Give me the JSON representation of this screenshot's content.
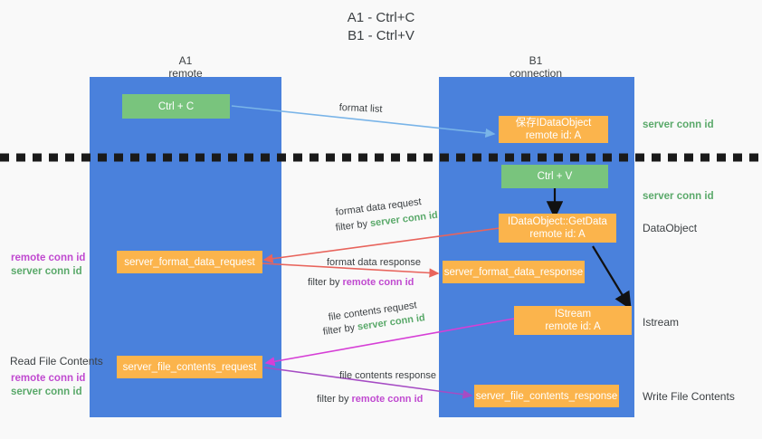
{
  "title": {
    "line1": "A1 - Ctrl+C",
    "line2": "B1 - Ctrl+V"
  },
  "columns": [
    {
      "name": "A1",
      "sub": "remote"
    },
    {
      "name": "B1",
      "sub": "connection"
    }
  ],
  "boxes": {
    "ctrl_c": "Ctrl + C",
    "ctrl_v": "Ctrl + V",
    "save_idataobject_l1": "保存IDataObject",
    "save_idataobject_l2": "remote id: A",
    "getdata_l1": "IDataObject::GetData",
    "getdata_l2": "remote id: A",
    "istream_l1": "IStream",
    "istream_l2": "remote id: A",
    "server_format_data_request": "server_format_data_request",
    "server_format_data_response": "server_format_data_response",
    "server_file_contents_request": "server_file_contents_request",
    "server_file_contents_response": "server_file_contents_response"
  },
  "edge_labels": {
    "format_list": "format list",
    "format_data_request": "format data request",
    "format_data_request_filter_prefix": "filter by ",
    "format_data_request_filter_key": "server conn id",
    "format_data_response": "format data response",
    "format_data_response_filter_prefix": "filter by ",
    "format_data_response_filter_key": "remote conn id",
    "file_contents_request": "file contents request",
    "file_contents_request_filter_prefix": "filter by ",
    "file_contents_request_filter_key": "server conn id",
    "file_contents_response": "file contents response",
    "file_contents_response_filter_prefix": "filter by ",
    "file_contents_response_filter_key": "remote conn id"
  },
  "right_annotations": {
    "server_conn_id_top": "server conn id",
    "server_conn_id_mid": "server conn id",
    "dataobject": "DataObject",
    "istream": "Istream",
    "write_file_contents": "Write File Contents"
  },
  "left_annotations": {
    "block1_remote": "remote conn id",
    "block1_server": "server conn id",
    "read_file_contents": "Read File Contents",
    "block2_remote": "remote conn id",
    "block2_server": "server conn id"
  },
  "colors": {
    "lane": "#4a81dc",
    "green_box": "#79c47d",
    "orange_box": "#fbb44c",
    "green_text": "#5aa96a",
    "purple_text": "#c04ad0",
    "arrow_blue": "#79b4e8",
    "arrow_red": "#e8645c",
    "arrow_magenta": "#d63fd6",
    "arrow_purple": "#a64cc4",
    "arrow_black": "#111111",
    "background": "#f9f9f9"
  }
}
